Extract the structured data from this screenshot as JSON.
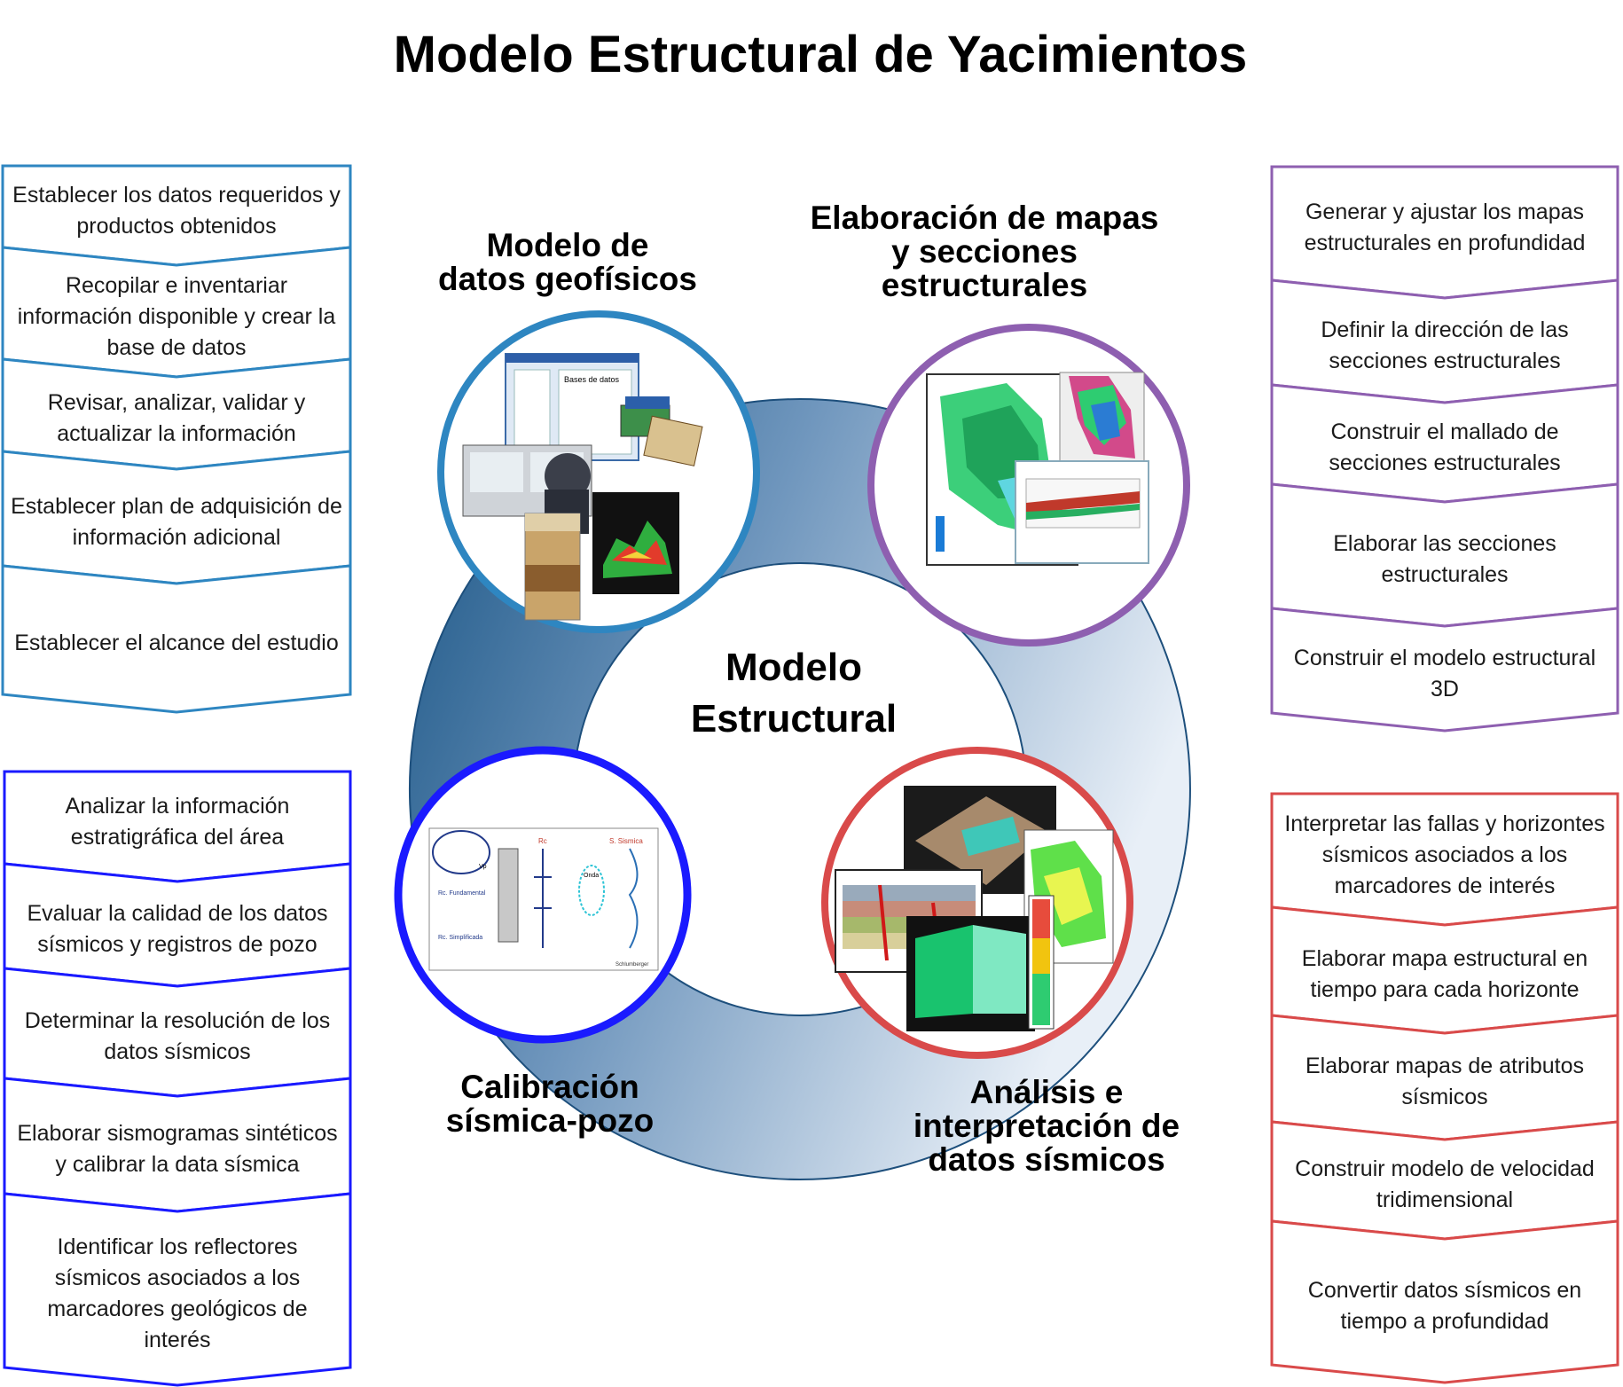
{
  "title": "Modelo Estructural de Yacimientos",
  "center": {
    "line1": "Modelo",
    "line2": "Estructural"
  },
  "colors": {
    "blue_light": "#2e86c1",
    "purple": "#8e5fb0",
    "blue_dark": "#1a1aff",
    "red": "#d94a4a",
    "ring_dark": "#1f5f8f",
    "ring_light": "#e2ebf5"
  },
  "phases": [
    {
      "id": "geofisicos",
      "label": [
        "Modelo  de",
        "datos geofísicos"
      ],
      "icon": "database-photos-image"
    },
    {
      "id": "mapas",
      "label": [
        "Elaboración de mapas",
        "y secciones",
        "estructurales"
      ],
      "icon": "structural-maps-image"
    },
    {
      "id": "calibracion",
      "label": [
        "Calibración",
        "sísmica-pozo"
      ],
      "icon": "synthetic-seismogram-image"
    },
    {
      "id": "analisis",
      "label": [
        "Análisis e",
        "interpretación de",
        "datos sísmicos"
      ],
      "icon": "seismic-cubes-image"
    }
  ],
  "stacks": {
    "top_left": [
      "Establecer los datos requeridos y productos obtenidos",
      "Recopilar e inventariar información disponible y crear la base de datos",
      "Revisar, analizar, validar y actualizar la información",
      "Establecer plan de adquisición de información adicional",
      "Establecer el alcance del estudio"
    ],
    "top_right": [
      "Generar y ajustar los mapas estructurales en profundidad",
      "Definir la dirección de las secciones estructurales",
      "Construir el mallado de secciones estructurales",
      "Elaborar las secciones estructurales",
      "Construir el modelo estructural 3D"
    ],
    "bottom_left": [
      "Analizar la información estratigráfica del área",
      "Evaluar la calidad de los datos sísmicos y registros de pozo",
      "Determinar la resolución de los datos sísmicos",
      "Elaborar sismogramas sintéticos y calibrar la data sísmica",
      "Identificar los reflectores sísmicos asociados a los marcadores geológicos de interés"
    ],
    "bottom_right": [
      "Interpretar las fallas y horizontes sísmicos asociados a los marcadores de interés",
      "Elaborar mapa estructural en tiempo para cada horizonte",
      "Elaborar mapas de atributos sísmicos",
      "Construir modelo de velocidad tridimensional",
      "Convertir datos sísmicos en tiempo a profundidad"
    ]
  },
  "figure_labels": {
    "calibracion": [
      "Rc",
      "S. Sismica",
      "Onda",
      "Rc. Fundamental",
      "Rc. Simplificada",
      "Vp",
      "Schlumberger"
    ],
    "geofisicos": [
      "Bases de datos"
    ]
  }
}
